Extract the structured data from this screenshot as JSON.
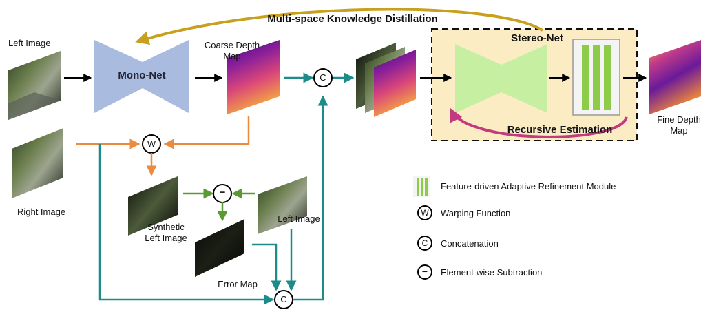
{
  "title": "Multi-space Knowledge Distillation",
  "nodes": {
    "left_image_top": "Left Image",
    "right_image": "Right Image",
    "mono_net": "Mono-Net",
    "coarse_depth_line1": "Coarse Depth",
    "coarse_depth_line2": "Map",
    "stereo_net": "Stereo-Net",
    "recursive_estimation": "Recursive Estimation",
    "fine_depth_line1": "Fine Depth",
    "fine_depth_line2": "Map",
    "synthetic_line1": "Synthetic",
    "synthetic_line2": "Left Image",
    "left_image_mid": "Left Image",
    "error_map": "Error Map"
  },
  "operators": {
    "warp": "W",
    "concat": "C",
    "subtract": "−"
  },
  "legend": [
    {
      "symbol": "refinement",
      "text": "Feature-driven Adaptive Refinement Module"
    },
    {
      "symbol": "W",
      "text": "Warping Function"
    },
    {
      "symbol": "C",
      "text": "Concatenation"
    },
    {
      "symbol": "−",
      "text": "Element-wise Subtraction"
    }
  ],
  "colors": {
    "mono_net": "#a9bce0",
    "stereo_net": "#c6efa2",
    "stereo_box": "#fbecc4",
    "refine_bar": "#8ccc49",
    "kd_arrow": "#c9a01e",
    "recursive_arrow": "#c43a7e",
    "warp_arrow": "#ec8a3e",
    "teal_arrow": "#1b8c8a",
    "sub_arrow": "#5a9a35"
  }
}
